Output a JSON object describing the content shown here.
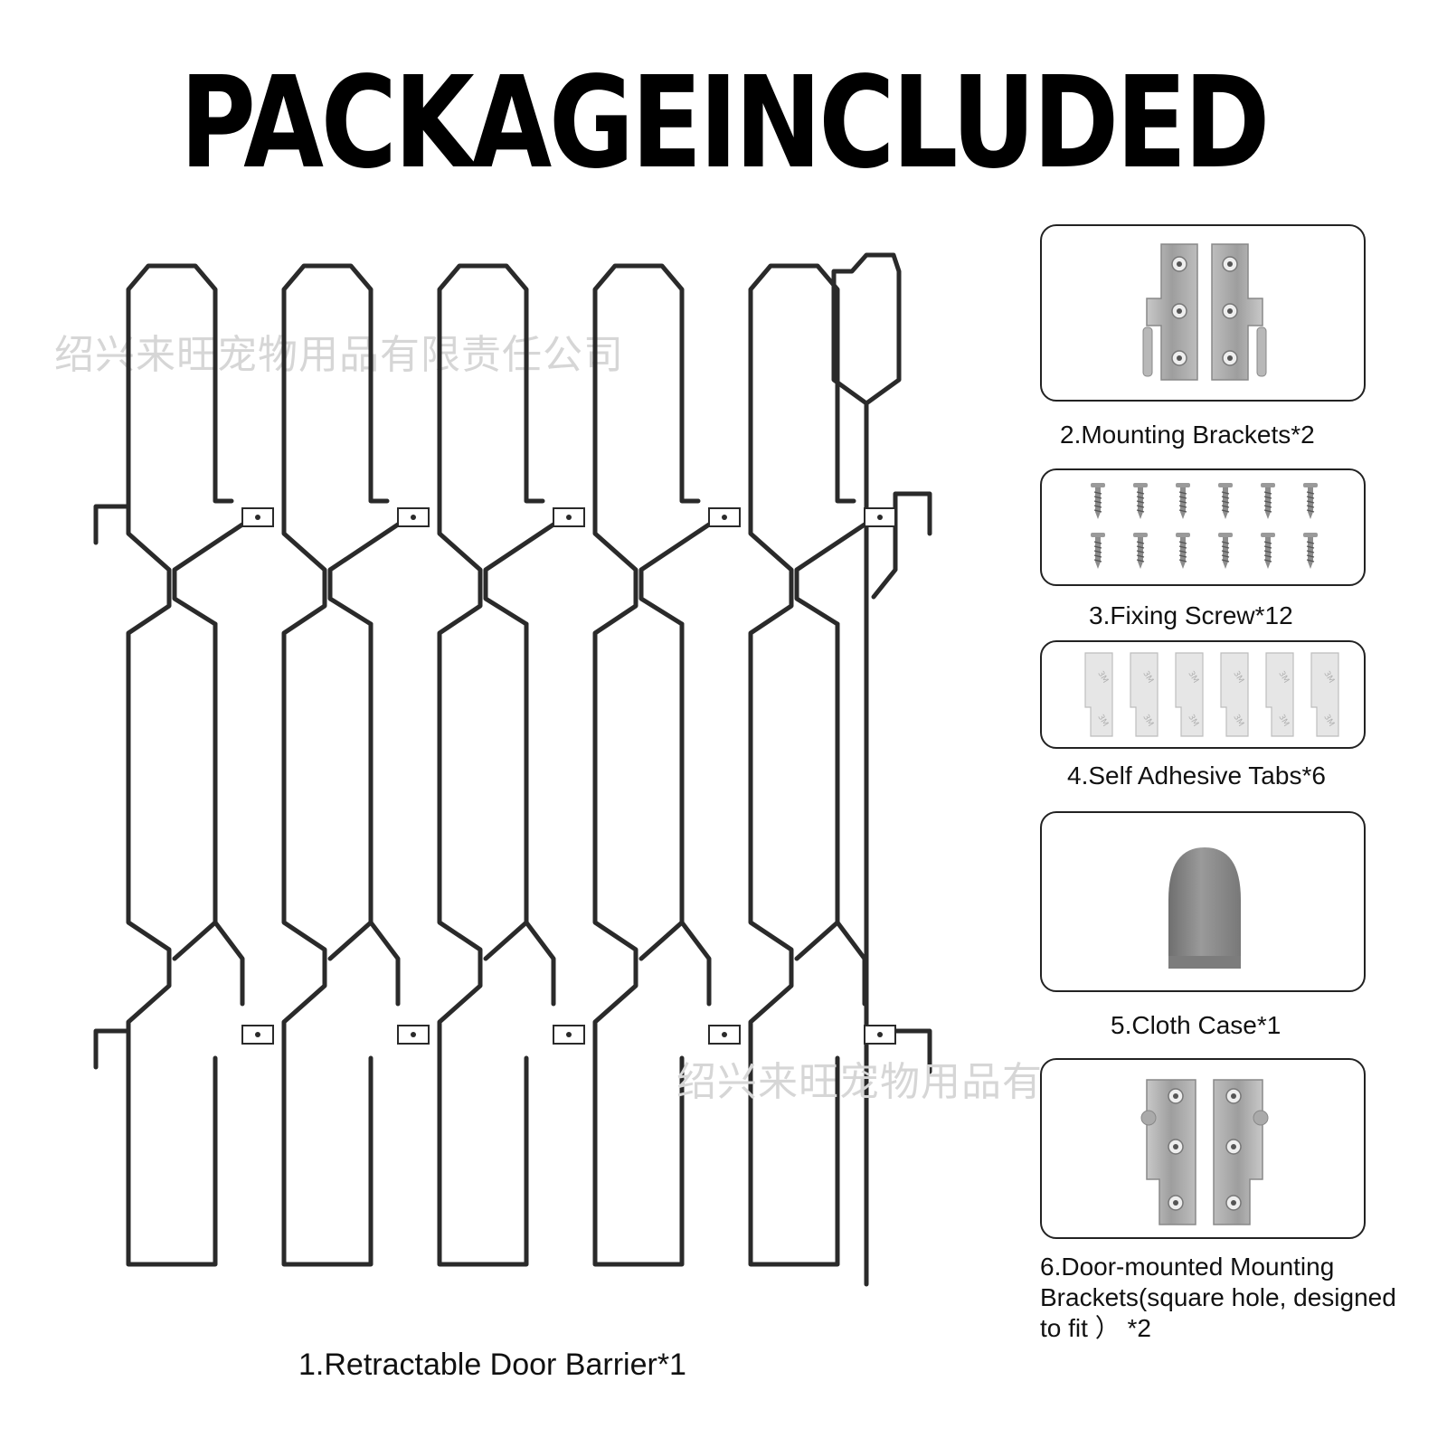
{
  "header": {
    "title": "PACKAGEINCLUDED"
  },
  "watermark": {
    "text": "绍兴来旺宠物用品有限责任公司"
  },
  "items": [
    {
      "label": "1.Retractable Door Barrier*1",
      "icon": "wire-barrier"
    },
    {
      "label": "2.Mounting Brackets*2",
      "icon": "metal-bracket"
    },
    {
      "label": "3.Fixing Screw*12",
      "icon": "screw"
    },
    {
      "label": "4.Self Adhesive Tabs*6",
      "icon": "adhesive-tab",
      "tab_print": "3M"
    },
    {
      "label": "5.Cloth Case*1",
      "icon": "cloth-cap"
    },
    {
      "label": "6.Door-mounted Mounting Brackets(square hole, designed to fit ） *2",
      "icon": "door-bracket"
    }
  ],
  "colors": {
    "wire": "#2a2a2a",
    "metal": "#a9a9a9",
    "cap": "#8a8a8a"
  }
}
